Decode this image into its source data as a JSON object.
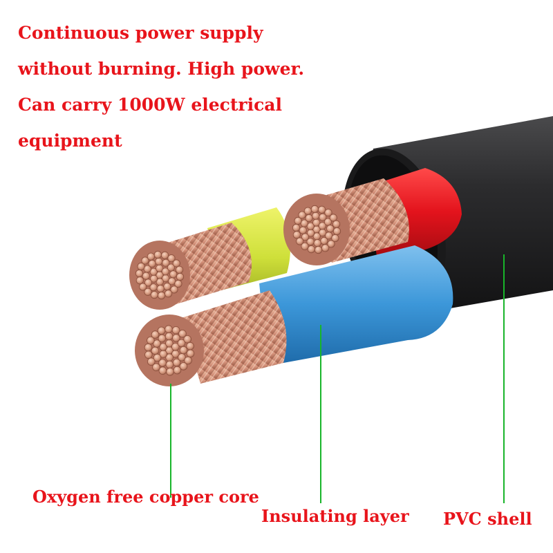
{
  "headline": {
    "lines": [
      "Continuous power supply",
      "without burning. High power.",
      "Can carry 1000W electrical",
      "equipment"
    ]
  },
  "labels": {
    "copper_core": "Oxygen free copper core",
    "insulating_layer": "Insulating layer",
    "pvc_shell": "PVC shell"
  },
  "colors": {
    "text_red": "#e8141b",
    "pointer_green": "#18b52a",
    "shell_black": "#2a2a2c",
    "insulation_red": "#e3131c",
    "insulation_blue": "#3c97d9",
    "insulation_yellow_green": "#cfe03a",
    "copper": "#d79a7c"
  }
}
